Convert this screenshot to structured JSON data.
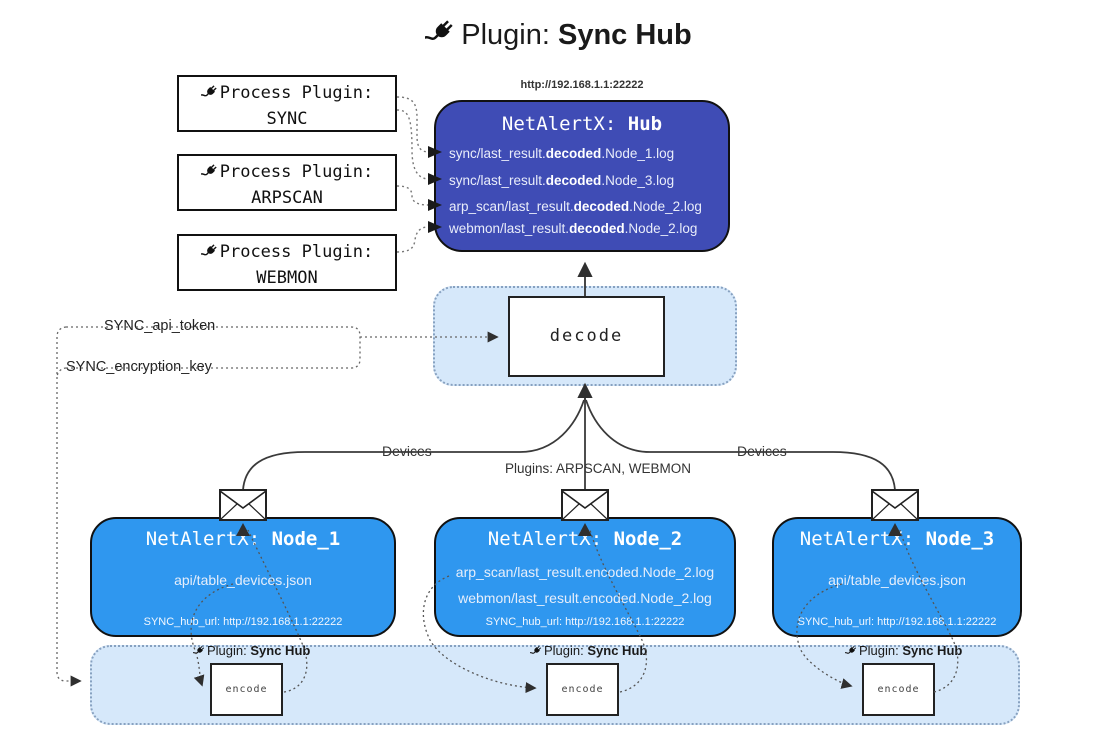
{
  "title": {
    "prefix": "Plugin: ",
    "name": "Sync Hub"
  },
  "process_plugins": [
    {
      "label": "Process Plugin:",
      "name": "SYNC"
    },
    {
      "label": "Process Plugin:",
      "name": "ARPSCAN"
    },
    {
      "label": "Process Plugin:",
      "name": "WEBMON"
    }
  ],
  "hub": {
    "url": "http://192.168.1.1:22222",
    "title_prefix": "NetAlertX: ",
    "title_name": "Hub",
    "lines": [
      {
        "pre": "sync/last_result.",
        "bold": "decoded",
        "post": ".Node_1.log"
      },
      {
        "pre": "sync/last_result.",
        "bold": "decoded",
        "post": ".Node_3.log"
      },
      {
        "pre": "arp_scan/last_result.",
        "bold": "decoded",
        "post": ".Node_2.log"
      },
      {
        "pre": "webmon/last_result.",
        "bold": "decoded",
        "post": ".Node_2.log"
      }
    ]
  },
  "decode": {
    "label": "decode"
  },
  "tokens": {
    "api": "SYNC_api_token",
    "key": "SYNC_encryption_key"
  },
  "edges": {
    "devices_left": "Devices",
    "devices_right": "Devices",
    "plugins": "Plugins: ARPSCAN, WEBMON"
  },
  "nodes": [
    {
      "title_prefix": "NetAlertX: ",
      "title_name": "Node_1",
      "lines": [
        "api/table_devices.json"
      ],
      "hub_url": "SYNC_hub_url: http://192.168.1.1:22222"
    },
    {
      "title_prefix": "NetAlertX: ",
      "title_name": "Node_2",
      "lines": [
        "arp_scan/last_result.encoded.Node_2.log",
        "webmon/last_result.encoded.Node_2.log"
      ],
      "hub_url": "SYNC_hub_url: http://192.168.1.1:22222"
    },
    {
      "title_prefix": "NetAlertX: ",
      "title_name": "Node_3",
      "lines": [
        "api/table_devices.json"
      ],
      "hub_url": "SYNC_hub_url: http://192.168.1.1:22222"
    }
  ],
  "encode_sections": [
    {
      "plugin_prefix": "Plugin: ",
      "plugin_name": "Sync Hub",
      "box_label": "encode"
    },
    {
      "plugin_prefix": "Plugin: ",
      "plugin_name": "Sync Hub",
      "box_label": "encode"
    },
    {
      "plugin_prefix": "Plugin: ",
      "plugin_name": "Sync Hub",
      "box_label": "encode"
    }
  ],
  "colors": {
    "hub_fill": "#3f4cb5",
    "node_fill": "#2f97ef",
    "panel_fill": "#d6e8fa",
    "panel_border": "#87a1c0",
    "line_dark": "#2f2f2f"
  }
}
